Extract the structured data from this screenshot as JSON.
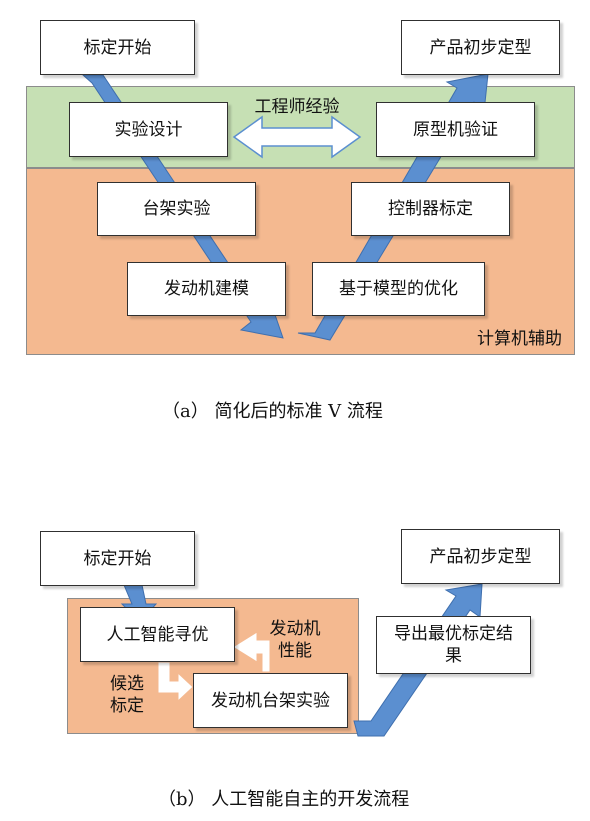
{
  "diagram_a": {
    "start": "标定开始",
    "end": "产品初步定型",
    "band_top_label": "工程师经验",
    "band_bottom_label": "计算机辅助",
    "left_steps": [
      "实验设计",
      "台架实验",
      "发动机建模"
    ],
    "right_steps": [
      "原型机验证",
      "控制器标定",
      "基于模型的优化"
    ],
    "caption": "（a）  简化后的标准 V 流程"
  },
  "diagram_b": {
    "start": "标定开始",
    "end": "产品初步定型",
    "ai_opt": "人工智能寻优",
    "bench_test": "发动机台架实验",
    "feedback_label_line1": "发动机",
    "feedback_label_line2": "性能",
    "candidate_label_line1": "候选",
    "candidate_label_line2": "标定",
    "export": "导出最优标定结果",
    "caption": "（b）  人工智能自主的开发流程"
  },
  "colors": {
    "arrow_blue": "#5b8fd0",
    "band_green": "#c6e0b4",
    "band_orange": "#f4b990"
  }
}
